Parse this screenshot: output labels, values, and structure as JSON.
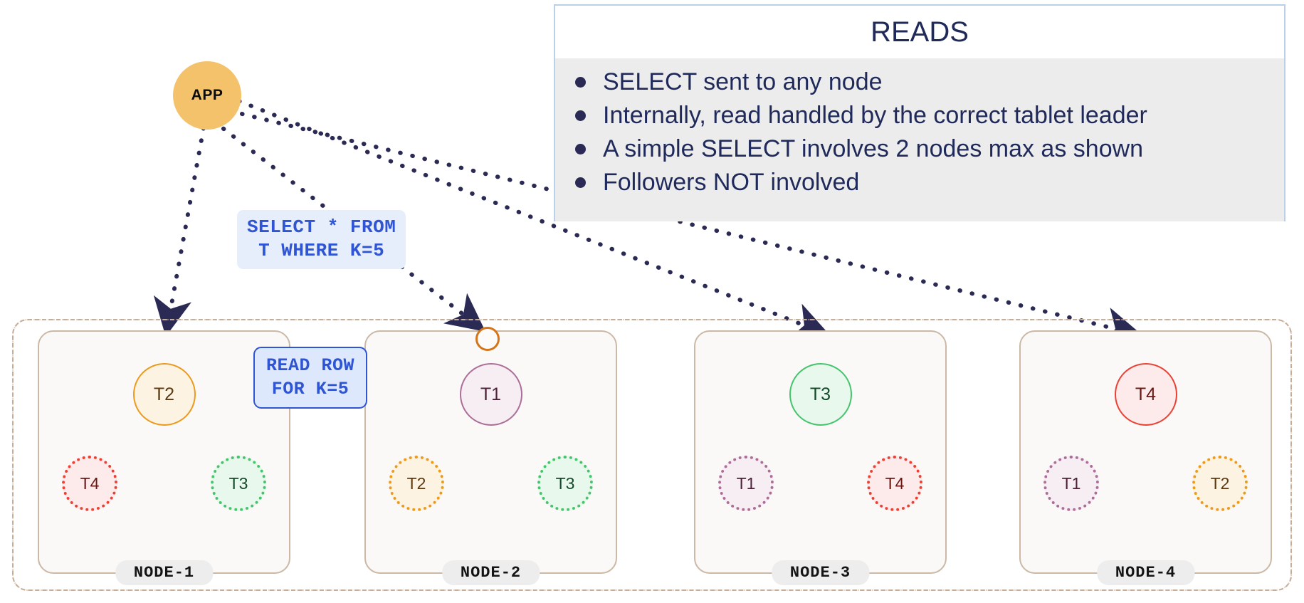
{
  "app": {
    "label": "APP"
  },
  "reads_panel": {
    "title": "READS",
    "bullets": [
      "SELECT sent to any node",
      "Internally, read handled by the correct tablet leader",
      "A simple SELECT involves 2 nodes max as shown",
      "Followers NOT involved"
    ]
  },
  "labels": {
    "select_query": "SELECT * FROM\nT WHERE K=5",
    "read_row": "READ ROW\nFOR K=5"
  },
  "colors": {
    "app_fill": "#f3c26b",
    "panel_border": "#b9d0e8",
    "panel_body": "#ececec",
    "panel_text": "#1f2a5a",
    "cluster_border": "#c6ad98",
    "node_border": "#cbb8a6",
    "node_fill": "#fbf9f7",
    "code_blue": "#2f55d4",
    "arrow_dotted": "#2b2a55",
    "arrow_solid_blue": "#5b8def",
    "tablet_orange": "#eb9a1d",
    "tablet_purple": "#ab6f97",
    "tablet_green": "#46c46d",
    "tablet_red": "#ea4135"
  },
  "cluster": {
    "nodes": [
      {
        "name": "NODE-1",
        "leader": {
          "label": "T2",
          "color": "orange"
        },
        "followers": [
          {
            "label": "T4",
            "color": "red"
          },
          {
            "label": "T3",
            "color": "green"
          }
        ]
      },
      {
        "name": "NODE-2",
        "leader": {
          "label": "T1",
          "color": "purple"
        },
        "followers": [
          {
            "label": "T2",
            "color": "orange"
          },
          {
            "label": "T3",
            "color": "green"
          }
        ]
      },
      {
        "name": "NODE-3",
        "leader": {
          "label": "T3",
          "color": "green"
        },
        "followers": [
          {
            "label": "T1",
            "color": "purple"
          },
          {
            "label": "T4",
            "color": "red"
          }
        ]
      },
      {
        "name": "NODE-4",
        "leader": {
          "label": "T4",
          "color": "red"
        },
        "followers": [
          {
            "label": "T1",
            "color": "purple"
          },
          {
            "label": "T2",
            "color": "orange"
          }
        ]
      }
    ]
  }
}
